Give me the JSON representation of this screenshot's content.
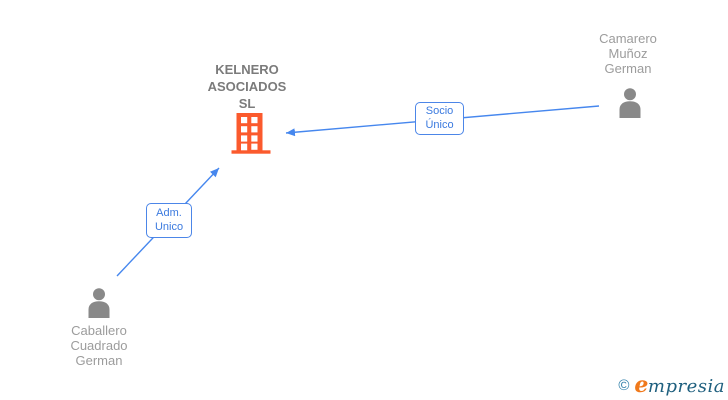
{
  "diagram": {
    "title": "corporate-structure",
    "nodes": {
      "company": {
        "lines": [
          "KELNERO",
          "ASOCIADOS",
          "SL"
        ],
        "icon": "building-icon"
      },
      "shareholder": {
        "lines": [
          "Camarero",
          "Muñoz",
          "German"
        ],
        "icon": "person-icon"
      },
      "administrator": {
        "lines": [
          "Caballero",
          "Cuadrado",
          "German"
        ],
        "icon": "person-icon"
      }
    },
    "edges": {
      "socio": {
        "lines": [
          "Socio",
          "Único"
        ],
        "from": "shareholder",
        "to": "company"
      },
      "adm": {
        "lines": [
          "Adm.",
          "Unico"
        ],
        "from": "administrator",
        "to": "company"
      }
    }
  },
  "colors": {
    "edge_blue": "#4687ee",
    "box_border_blue": "#4c86e8",
    "box_text_blue": "#3b7adf",
    "company_text_gray": "#7b7b7b",
    "person_text_gray": "#9c9c9c",
    "person_icon_gray": "#898989",
    "building_orange": "#fb5a2d",
    "logo_copyright_blue": "#2e7ea8",
    "logo_e_orange": "#f0791b",
    "logo_text_teal": "#1e5f7e"
  },
  "footer": {
    "copyright": "©",
    "brand_first_letter": "e",
    "brand_rest": "mpresia"
  }
}
